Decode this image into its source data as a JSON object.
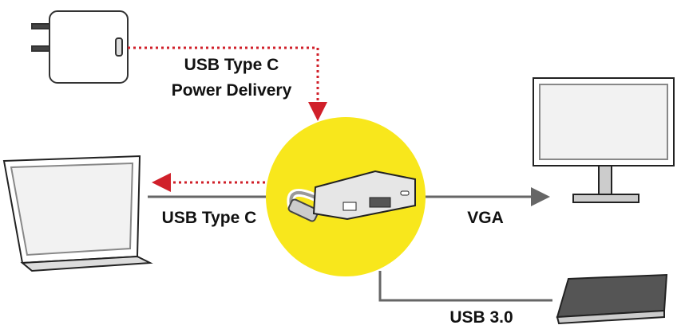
{
  "labels": {
    "power_line1": "USB Type C",
    "power_line2": "Power Delivery",
    "laptop_link": "USB Type C",
    "monitor_link": "VGA",
    "drive_link": "USB 3.0"
  },
  "colors": {
    "hub_circle": "#f8e71c",
    "power_arrow": "#d0202a",
    "data_line": "#666666"
  }
}
